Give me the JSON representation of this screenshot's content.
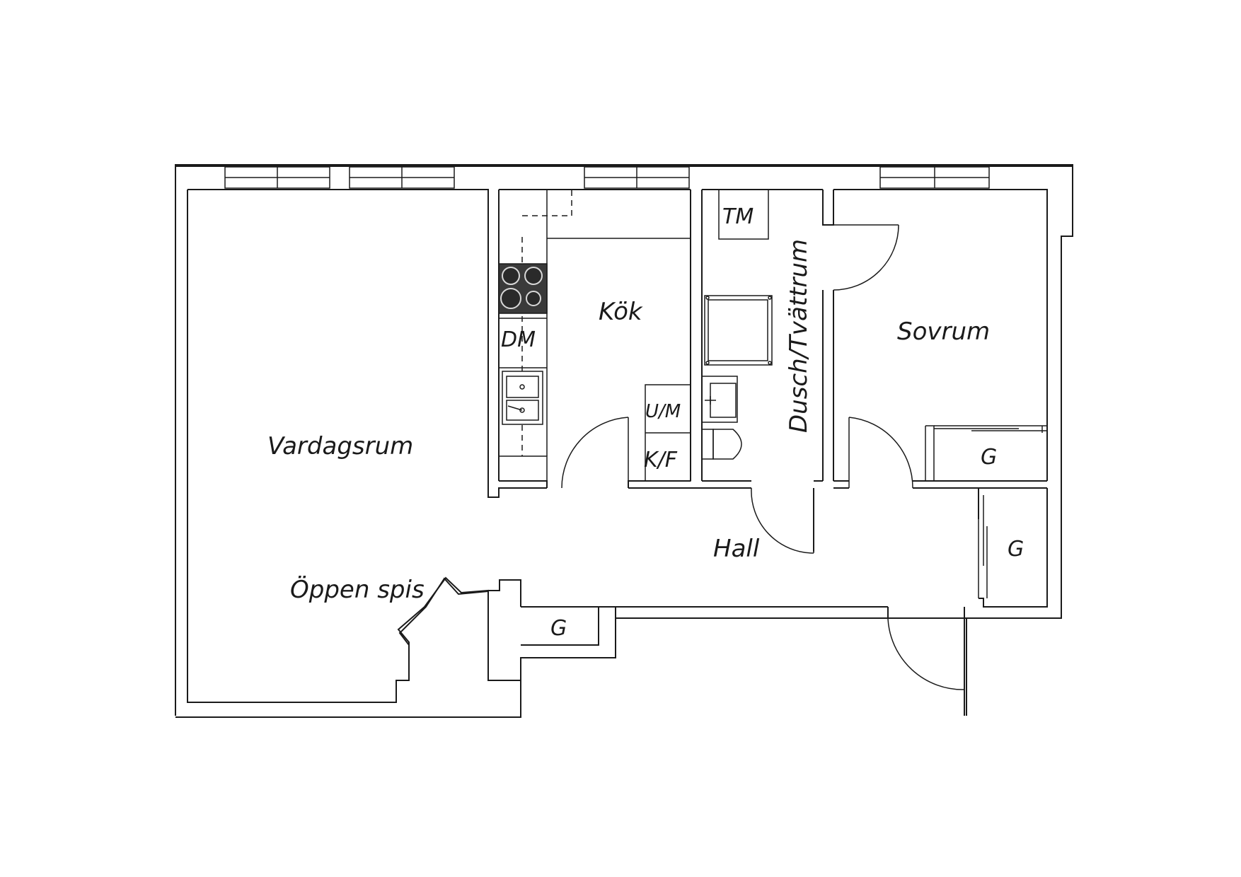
{
  "rooms": {
    "living": "Vardagsrum",
    "kitchen": "Kök",
    "bathroom": "Dusch/Tvättrum",
    "bedroom": "Sovrum",
    "hall": "Hall",
    "fireplace": "Öppen spis"
  },
  "fixtures": {
    "dishwasher": "DM",
    "washing_machine": "TM",
    "oven_microwave": "U/M",
    "fridge_freezer": "K/F",
    "wardrobe_bedroom": "G",
    "wardrobe_hall": "G",
    "wardrobe_entry": "G"
  }
}
